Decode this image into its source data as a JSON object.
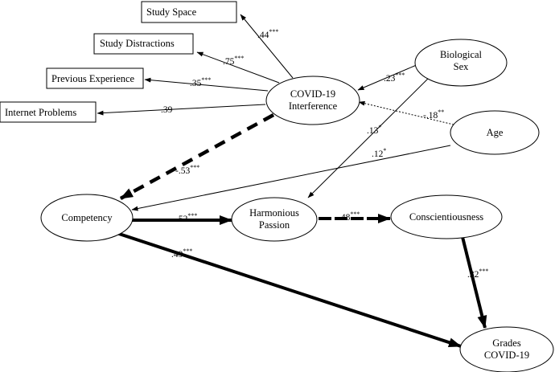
{
  "nodes": {
    "study_space": {
      "lines": [
        "Study Space"
      ]
    },
    "study_distractions": {
      "lines": [
        "Study Distractions"
      ]
    },
    "previous_experience": {
      "lines": [
        "Previous Experience"
      ]
    },
    "internet_problems": {
      "lines": [
        "Internet Problems"
      ]
    },
    "covid_interference": {
      "lines": [
        "COVID-19",
        "Interference"
      ]
    },
    "biological_sex": {
      "lines": [
        "Biological",
        "Sex"
      ]
    },
    "age": {
      "lines": [
        "Age"
      ]
    },
    "competency": {
      "lines": [
        "Competency"
      ]
    },
    "harmonious_passion": {
      "lines": [
        "Harmonious",
        "Passion"
      ]
    },
    "conscientiousness": {
      "lines": [
        "Conscientiousness"
      ]
    },
    "grades_covid": {
      "lines": [
        "Grades",
        "COVID-19"
      ]
    }
  },
  "paths": {
    "covid_to_study_space": {
      "coef": ".44",
      "sig": "***"
    },
    "covid_to_study_distractions": {
      "coef": ".75",
      "sig": "***"
    },
    "covid_to_previous_experience": {
      "coef": ".35",
      "sig": "***"
    },
    "covid_to_internet_problems": {
      "coef": ".39",
      "sig": ""
    },
    "sex_to_covid": {
      "coef": ".23",
      "sig": "***"
    },
    "age_to_covid": {
      "coef": "-.18",
      "sig": "**"
    },
    "sex_to_passion": {
      "coef": ".13",
      "sig": "*"
    },
    "age_to_competency": {
      "coef": ".12",
      "sig": "*"
    },
    "covid_to_competency": {
      "coef": "-.53",
      "sig": "***"
    },
    "competency_to_passion": {
      "coef": ".52",
      "sig": "***"
    },
    "passion_to_conscientiousness": {
      "coef": ".48",
      "sig": "***"
    },
    "conscientiousness_to_grades": {
      "coef": ".32",
      "sig": "***"
    },
    "competency_to_grades": {
      "coef": ".49",
      "sig": "***"
    }
  }
}
